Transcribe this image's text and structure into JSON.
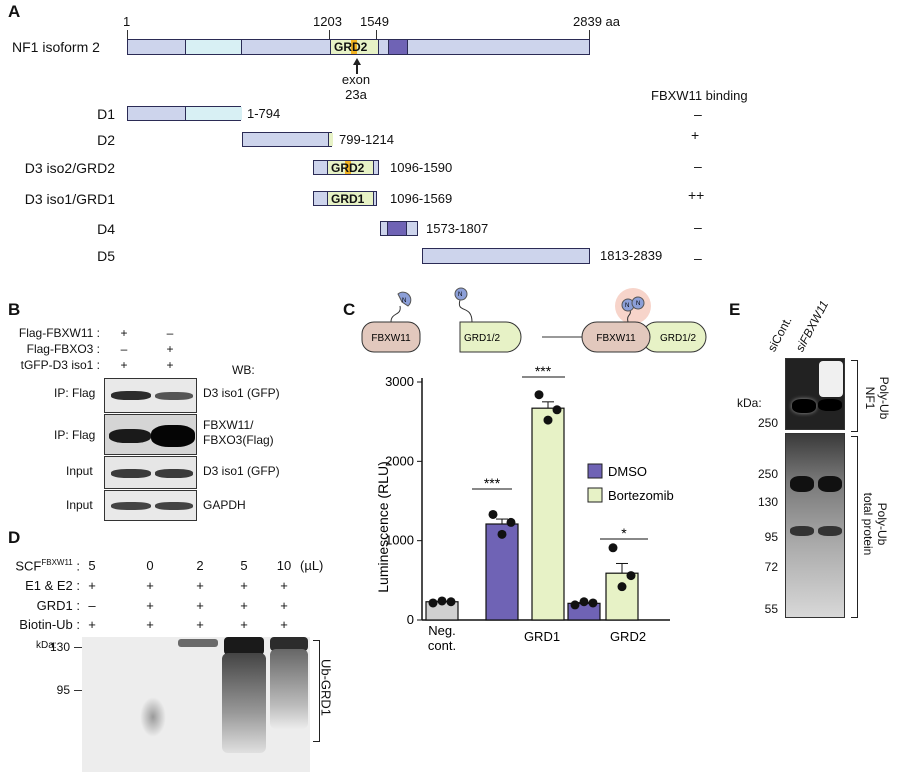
{
  "panelA": {
    "label": "A",
    "scale_ticks": [
      {
        "pos": 1,
        "text": "1"
      },
      {
        "pos": 1203,
        "text": "1203"
      },
      {
        "pos": 1549,
        "text": "1549"
      },
      {
        "pos": 2839,
        "text": "2839 aa"
      }
    ],
    "isoform_label": "NF1 isoform 2",
    "grd2_label": "GRD2",
    "grd1_label": "GRD1",
    "exon_label": "exon",
    "exon_sub": "23a",
    "binding_header": "FBXW11 binding",
    "constructs": [
      {
        "name": "D1",
        "range": "1-794",
        "binding": "–"
      },
      {
        "name": "D2",
        "range": "799-1214",
        "binding": "+"
      },
      {
        "name": "D3 iso2/GRD2",
        "range": "1096-1590",
        "binding": "–"
      },
      {
        "name": "D3 iso1/GRD1",
        "range": "1096-1569",
        "binding": "++"
      },
      {
        "name": "D4",
        "range": "1573-1807",
        "binding": "–"
      },
      {
        "name": "D5",
        "range": "1813-2839",
        "binding": "–"
      }
    ],
    "colors": {
      "domain": "#cdd4ec",
      "light": "#d8f0f4",
      "grd": "#e7f2c6",
      "dark": "#6f63b5",
      "exon": "#f2b321"
    }
  },
  "panelB": {
    "label": "B",
    "rows": [
      {
        "name": "Flag-FBXW11 :",
        "lane1": "+",
        "lane2": "–"
      },
      {
        "name": "Flag-FBXO3 :",
        "lane1": "–",
        "lane2": "+"
      },
      {
        "name": "tGFP-D3 iso1 :",
        "lane1": "+",
        "lane2": "+"
      }
    ],
    "wb_label": "WB:",
    "blots": [
      {
        "left": "IP: Flag",
        "right": "D3 iso1 (GFP)"
      },
      {
        "left": "IP: Flag",
        "right": "FBXW11/\nFBXO3(Flag)"
      },
      {
        "left": "Input",
        "right": "D3 iso1 (GFP)"
      },
      {
        "left": "Input",
        "right": "GAPDH"
      }
    ]
  },
  "panelC": {
    "label": "C",
    "schematic": {
      "fbxw11": "FBXW11",
      "grd": "GRD1/2",
      "n": "N"
    },
    "legend": [
      {
        "name": "DMSO",
        "color": "#6f63b5"
      },
      {
        "name": "Bortezomib",
        "color": "#e7f2c6"
      }
    ],
    "significance": [
      "***",
      "***",
      "*"
    ],
    "group_labels": [
      "Neg.\ncont.",
      "GRD1",
      "GRD2"
    ]
  },
  "chart_data": {
    "type": "bar",
    "ylabel": "Luminescence (RLU)",
    "ylim": [
      0,
      3000
    ],
    "yticks": [
      0,
      1000,
      2000,
      3000
    ],
    "bars": [
      {
        "group": "Neg. cont.",
        "series": "Neg.",
        "value": 230,
        "color": "#d0d0d0",
        "points": [
          215,
          230,
          240
        ]
      },
      {
        "group": "GRD1",
        "series": "DMSO",
        "value": 1210,
        "color": "#6f63b5",
        "points": [
          1330,
          1230,
          1080
        ]
      },
      {
        "group": "GRD1",
        "series": "Bortezomib",
        "value": 2670,
        "color": "#e7f2c6",
        "points": [
          2840,
          2650,
          2520
        ]
      },
      {
        "group": "GRD2",
        "series": "DMSO",
        "value": 210,
        "color": "#6f63b5",
        "points": [
          190,
          215,
          230
        ]
      },
      {
        "group": "GRD2",
        "series": "Bortezomib",
        "value": 590,
        "color": "#e7f2c6",
        "points": [
          910,
          560,
          420
        ]
      }
    ]
  },
  "panelD": {
    "label": "D",
    "scf_name": "SCF",
    "scf_sup": "FBXW11",
    "unit": "(µL)",
    "rows": [
      {
        "name": "SCF",
        "vals": [
          "5",
          "0",
          "2",
          "5",
          "10"
        ]
      },
      {
        "name": "E1 & E2 :",
        "vals": [
          "+",
          "+",
          "+",
          "+",
          "+"
        ]
      },
      {
        "name": "GRD1 :",
        "vals": [
          "–",
          "+",
          "+",
          "+",
          "+"
        ]
      },
      {
        "name": "Biotin-Ub :",
        "vals": [
          "+",
          "+",
          "+",
          "+",
          "+"
        ]
      }
    ],
    "kda": "kDa:",
    "markers": [
      "130",
      "95"
    ],
    "bracket_label": "Ub-GRD1"
  },
  "panelE": {
    "label": "E",
    "lanes": [
      "siCont.",
      "siFBXW11"
    ],
    "kda": "kDa:",
    "top_markers": [
      "250"
    ],
    "bottom_markers": [
      "250",
      "130",
      "95",
      "72",
      "55"
    ],
    "top_label": "Poly-Ub\nNF1",
    "bottom_label": "Poly-Ub\ntotal protein"
  }
}
